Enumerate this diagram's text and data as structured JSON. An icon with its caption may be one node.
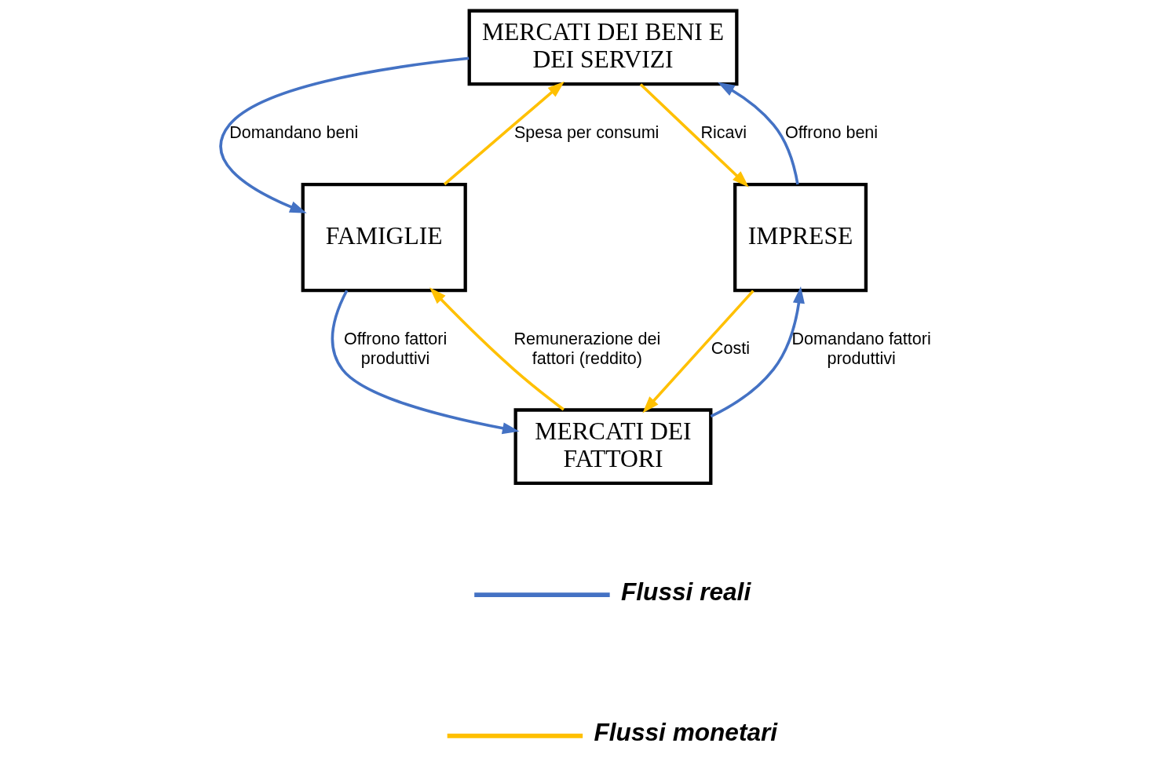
{
  "diagram": {
    "nodes": [
      {
        "text": [
          "MERCATI DEI BENI E DEI SERVIZI"
        ]
      },
      {
        "text": [
          "FAMIGLIE"
        ]
      },
      {
        "text": [
          "IMPRESE"
        ]
      },
      {
        "text": [
          "MERCATI DEI FATTORI"
        ]
      }
    ],
    "edges": [
      {
        "from": 0,
        "to": 1,
        "arrow": "to",
        "label": "Domandano beni",
        "color": "#4472c4"
      },
      {
        "from": 1,
        "to": 0,
        "arrow": "to",
        "label": "Spesa per consumi",
        "color": "#ffc000"
      },
      {
        "from": 2,
        "to": 0,
        "arrow": "to",
        "label": "Offrono beni",
        "color": "#4472c4"
      },
      {
        "from": 0,
        "to": 2,
        "arrow": "to",
        "label": "Ricavi",
        "color": "#ffc000"
      },
      {
        "from": 3,
        "to": 1,
        "arrow": "to",
        "label": "Remunerazione dei fattori (reddito)",
        "color": "#ffc000"
      },
      {
        "from": 1,
        "to": 3,
        "arrow": "to",
        "label": "Offrono fattori produttivi",
        "color": "#4472c4"
      },
      {
        "from": 2,
        "to": 3,
        "arrow": "to",
        "label": "Costi",
        "color": "#ffc000"
      },
      {
        "from": 3,
        "to": 2,
        "arrow": "to",
        "label": "Domandano fattori produttivi",
        "color": "#4472c4"
      }
    ],
    "legend": [
      {
        "text": "Flussi reali",
        "color": "#4472c4"
      },
      {
        "text": "Flussi monetari",
        "color": "#ffc000"
      }
    ]
  }
}
